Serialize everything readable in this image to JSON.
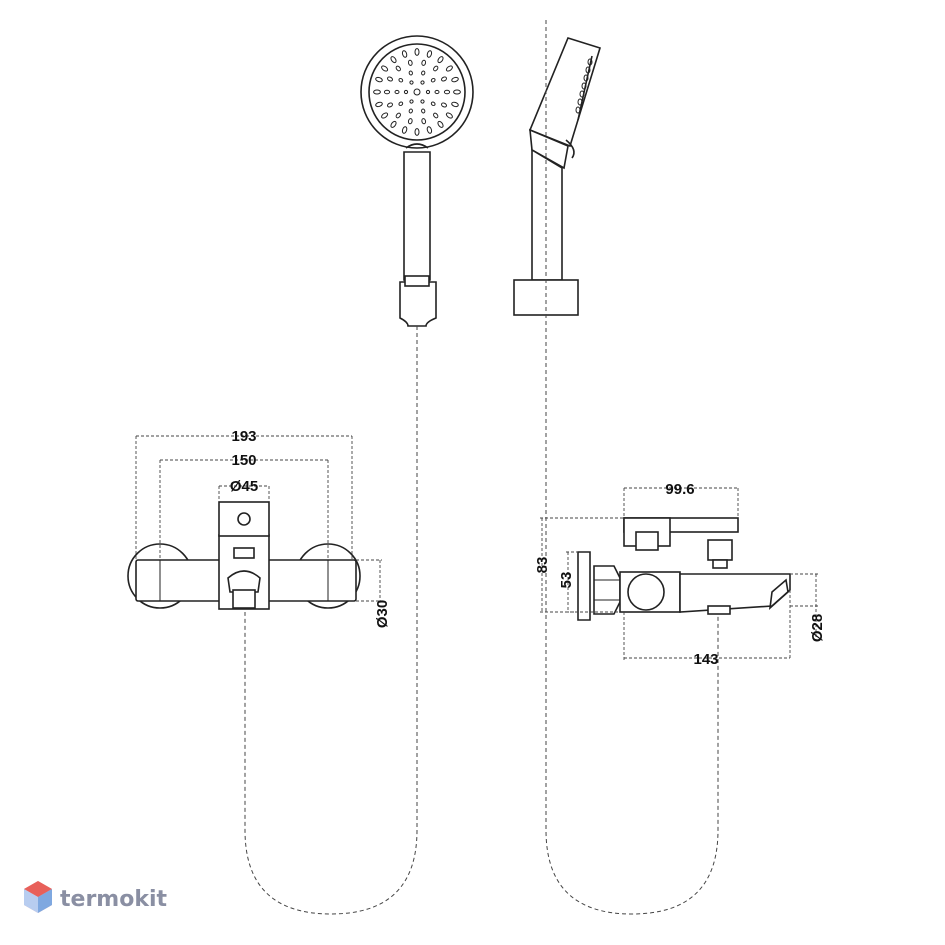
{
  "dimensions": {
    "front_width_outer": "193",
    "front_width_inner": "150",
    "front_body_diameter": "Ø45",
    "front_inlet_diameter": "Ø30",
    "side_depth": "99.6",
    "side_height_total": "83",
    "side_height_body": "53",
    "side_spout_length": "143",
    "side_spout_diameter": "Ø28"
  },
  "watermark": {
    "brand": "termokit",
    "colors": {
      "logo_red": "#e8605a",
      "logo_blue": "#7fa8e0",
      "text": "#8a8fa3"
    }
  }
}
